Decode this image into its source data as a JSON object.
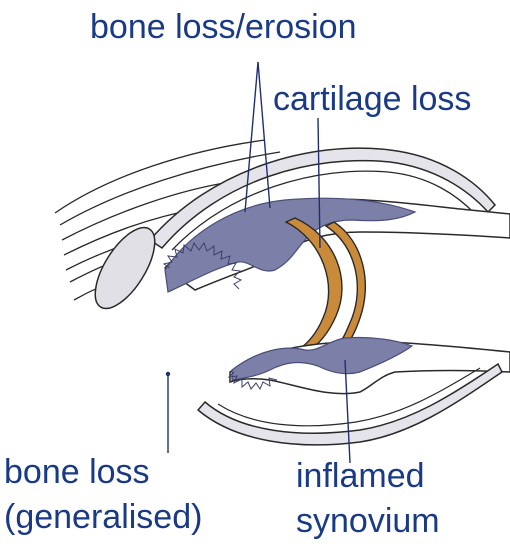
{
  "labels": {
    "bone_erosion": "bone loss/erosion",
    "cartilage_loss": "cartilage loss",
    "bone_loss_line1": "bone loss",
    "bone_loss_line2": "(generalised)",
    "synovium_line1": "inflamed",
    "synovium_line2": "synovium"
  },
  "colors": {
    "label_text": "#1a3a86",
    "pointer_line": "#1f2f70",
    "synovium_fill": "#7c80a8",
    "cartilage_fill": "#c98a3a",
    "bone_outline": "#2a2a2a",
    "capsule_fill": "#d8d8e0",
    "background": "#ffffff"
  }
}
